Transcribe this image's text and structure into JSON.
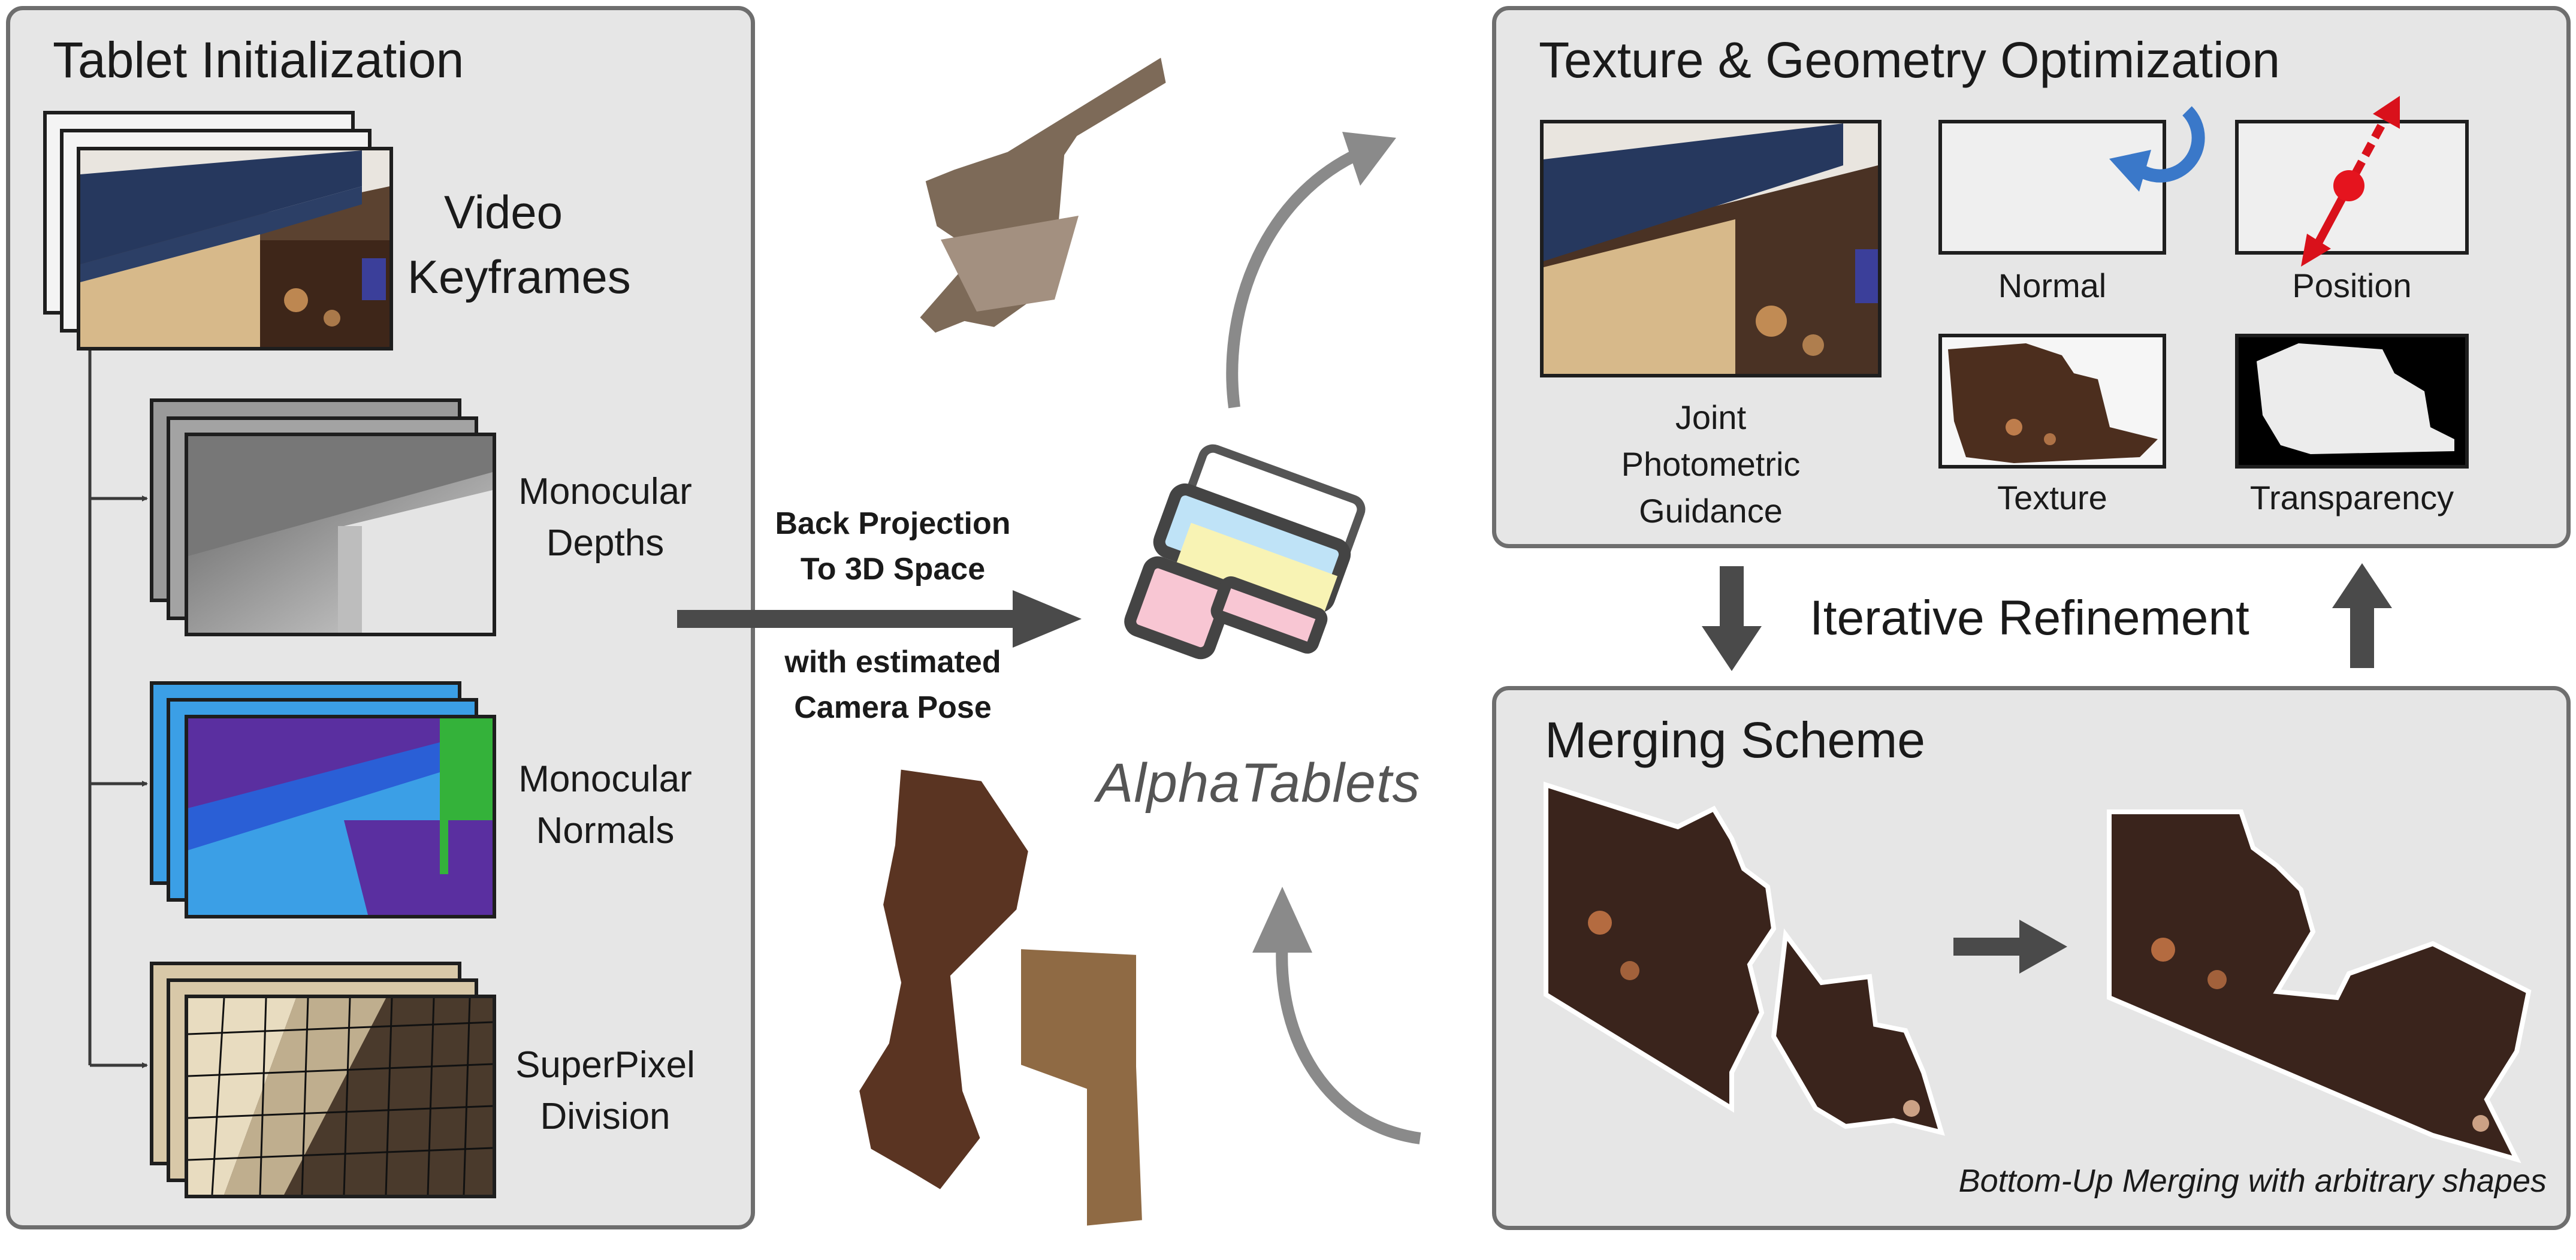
{
  "left_panel": {
    "title": "Tablet Initialization",
    "video_label": [
      "Video",
      "Keyframes"
    ],
    "depth_label": [
      "Monocular",
      "Depths"
    ],
    "normal_label": [
      "Monocular",
      "Normals"
    ],
    "superpixel_label": [
      "SuperPixel",
      "Division"
    ]
  },
  "center": {
    "back_projection": [
      "Back Projection",
      "To 3D Space"
    ],
    "camera_pose": [
      "with estimated",
      "Camera Pose"
    ],
    "logo_text": "AlphaTablets"
  },
  "top_right": {
    "title": "Texture & Geometry Optimization",
    "joint_label": [
      "Joint",
      "Photometric",
      "Guidance"
    ],
    "normal_label": "Normal",
    "position_label": "Position",
    "texture_label": "Texture",
    "transparency_label": "Transparency"
  },
  "middle_right": {
    "refinement_label": "Iterative Refinement"
  },
  "bottom_right": {
    "title": "Merging Scheme",
    "caption": "Bottom-Up Merging with arbitrary shapes"
  },
  "colors": {
    "panel_bg": "#e6e6e6",
    "panel_border": "#6e6e6e",
    "arrow_gray": "#8a8a8a",
    "arrow_dark": "#4a4a4a",
    "logo_blue": "#bfe3f7",
    "logo_yellow": "#f8f3b4",
    "logo_pink": "#f8c6d3",
    "rotate_blue": "#3a78c9",
    "position_red": "#d9111b",
    "normal_colors": [
      "#3b9fe6",
      "#5a2fa0",
      "#34b23a",
      "#2a5fd6"
    ]
  }
}
